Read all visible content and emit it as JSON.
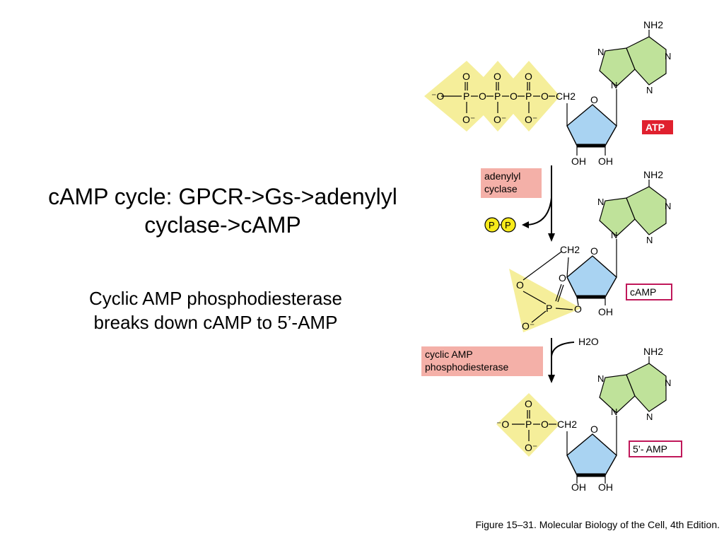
{
  "slide": {
    "title_line1": "cAMP cycle: GPCR->Gs->adenylyl",
    "title_line2": "cyclase->cAMP",
    "body_line1": "Cyclic AMP phosphodiesterase",
    "body_line2": "breaks down cAMP to 5’-AMP"
  },
  "figure": {
    "caption": "Figure 15–31. Molecular Biology of the Cell, 4th Edition.",
    "molecules": {
      "atp": "ATP",
      "camp": "cAMP",
      "amp": "5’- AMP"
    },
    "enzymes": {
      "cyclase_line1": "adenylyl",
      "cyclase_line2": "cyclase",
      "pde_line1": "cyclic AMP",
      "pde_line2": "phosphodiesterase"
    },
    "byproduct": {
      "pp_left": "P",
      "pp_right": "P"
    },
    "reagent": {
      "water": "H2O"
    },
    "atoms": {
      "amine": "NH2",
      "nitrogen": "N",
      "oxygen": "O",
      "phosphorus": "P",
      "hydroxyl": "OH",
      "methylene": "CH2",
      "oxide_anion": "O⁻",
      "anion_oxygen": "⁻O"
    },
    "colors": {
      "phosphate": "#f5ee9a",
      "ribose": "#a9d3f2",
      "adenine": "#bfe29a",
      "enzyme_box": "#f4b0a8",
      "atp_label_bg": "#e0202e",
      "label_border": "#c0185a",
      "pp_circle": "#f7ea1a"
    }
  }
}
